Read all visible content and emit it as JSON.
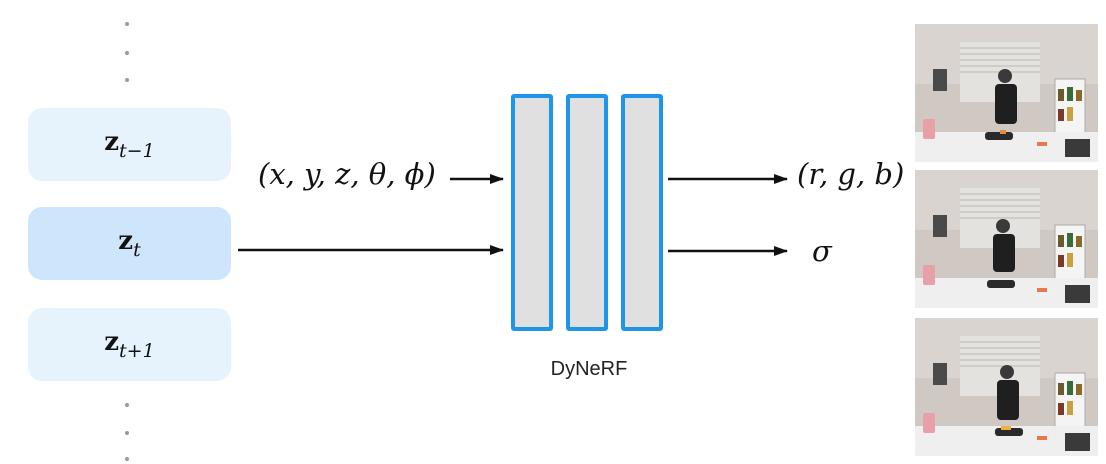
{
  "latent_codes": [
    {
      "symbol": "z",
      "subscript": "t−1"
    },
    {
      "symbol": "z",
      "subscript": "t"
    },
    {
      "symbol": "z",
      "subscript": "t+1"
    }
  ],
  "input_label": "(x, y, z, θ, ϕ)",
  "output_color_label": "(r, g, b)",
  "output_density_label": "σ",
  "network_label": "DyNeRF",
  "colors": {
    "z_box": "#e6f3fd",
    "z_box_active": "#cde6fb",
    "network_border": "#1e95e6",
    "network_fill": "#e0e0e0"
  },
  "frames": [
    {
      "name": "video-frame-1"
    },
    {
      "name": "video-frame-2"
    },
    {
      "name": "video-frame-3"
    }
  ]
}
